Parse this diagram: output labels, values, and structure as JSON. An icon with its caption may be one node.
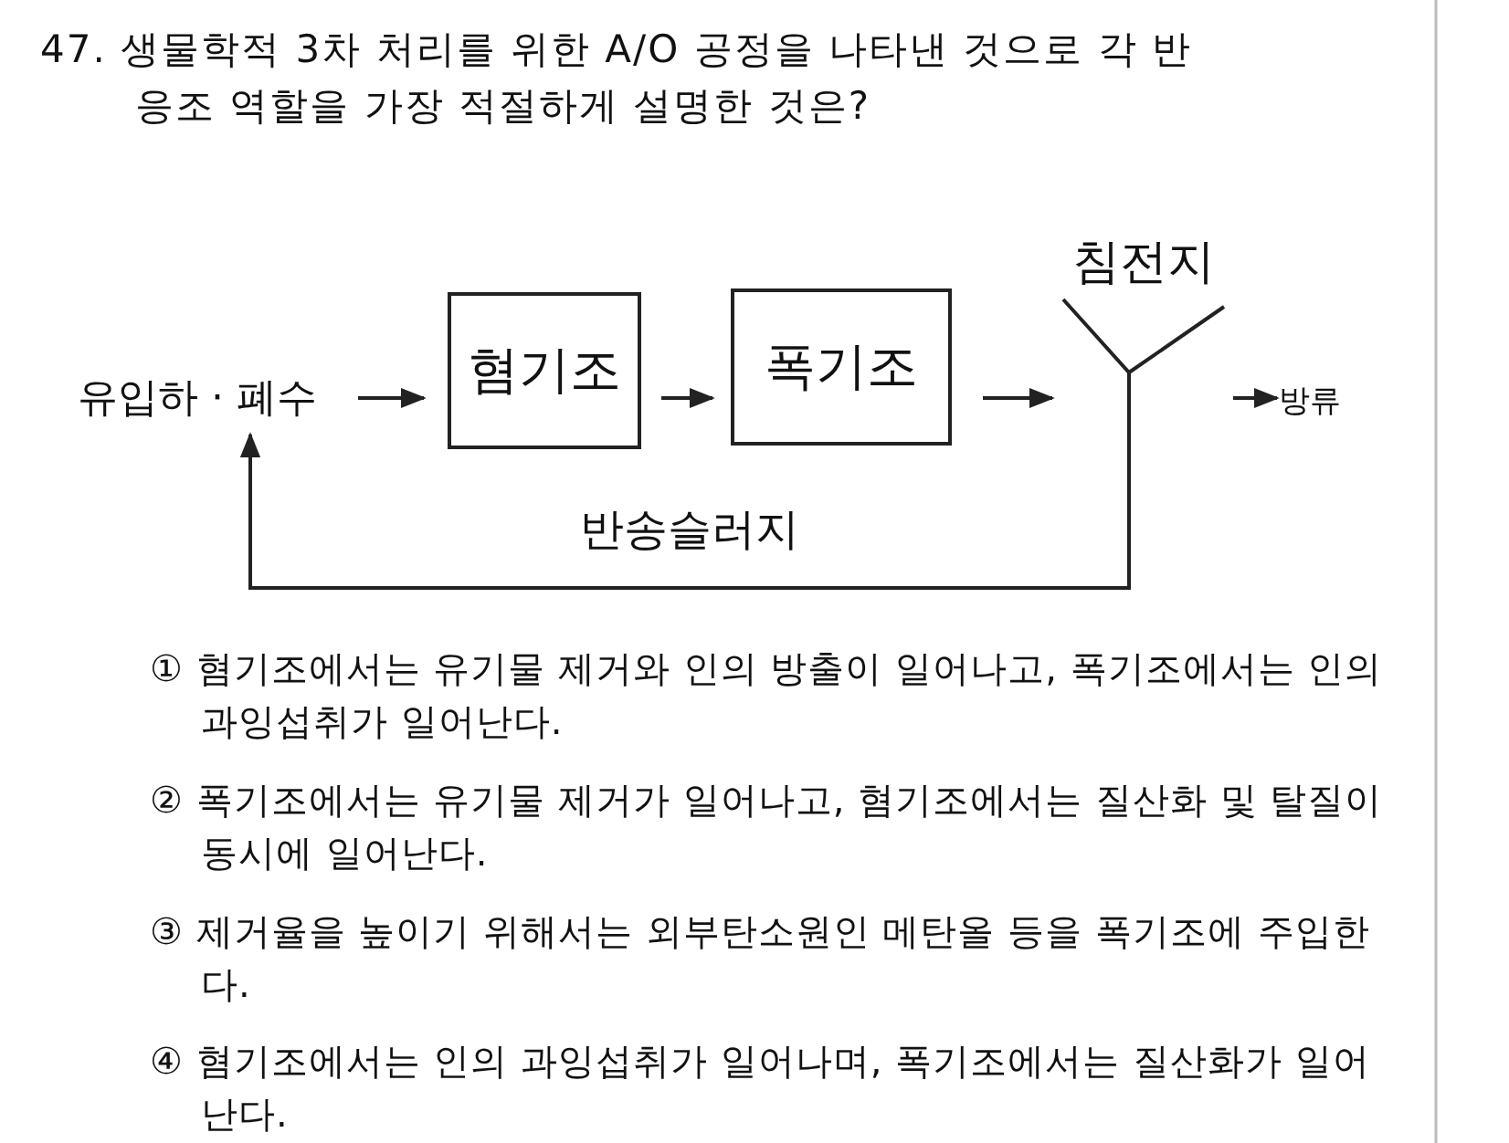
{
  "diagram": {
    "title": "47. 생물학적 3차 처리를 위한 A/O 공정을 나타낸 것으로 각 반응조 역할을 가장 적절하게 설명한 것은?",
    "nodes": [
      {
        "text": [
          "유입하 · 폐수"
        ]
      },
      {
        "text": [
          "혐기조"
        ]
      },
      {
        "text": [
          "폭기조"
        ]
      },
      {
        "text": [
          "침전지"
        ]
      },
      {
        "text": [
          "방류"
        ]
      }
    ],
    "edges": [
      {
        "from": 0,
        "to": 1,
        "arrow": "to"
      },
      {
        "from": 1,
        "to": 2,
        "arrow": "to"
      },
      {
        "from": 2,
        "to": 3,
        "arrow": "to"
      },
      {
        "from": 3,
        "to": 4,
        "arrow": "to"
      },
      {
        "from": 3,
        "to": 0,
        "arrow": "to",
        "label": "반송슬러지"
      }
    ],
    "labels": [
      "① 혐기조에서는 유기물 제거와 인의 방출이 일어나고, 폭기조에서는 인의 과잉섭취가 일어난다.",
      "② 폭기조에서는 유기물 제거가 일어나고, 혐기조에서는 질산화 및 탈질이 동시에 일어난다.",
      "③ 제거율을 높이기 위해서는 외부탄소원인 메탄올 등을 폭기조에 주입한다.",
      "④ 혐기조에서는 인의 과잉섭취가 일어나며, 폭기조에서는 질산화가 일어난다."
    ]
  }
}
